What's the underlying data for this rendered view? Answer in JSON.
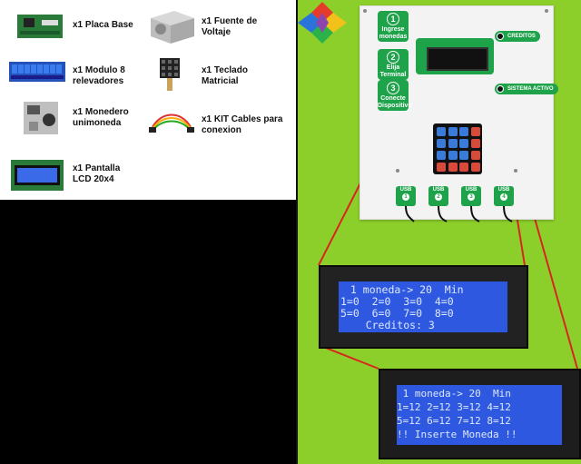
{
  "components": [
    {
      "icon": "base-board-icon",
      "label": "x1 Placa Base"
    },
    {
      "icon": "power-supply-icon",
      "label": "x1 Fuente de\nVoltaje"
    },
    {
      "icon": "relay-module-icon",
      "label": "x1 Modulo 8\nrelevadores"
    },
    {
      "icon": "keypad-icon",
      "label": "x1 Teclado\nMatricial"
    },
    {
      "icon": "coin-acceptor-icon",
      "label": "x1 Monedero\nunimoneda"
    },
    {
      "icon": "cable-kit-icon",
      "label": "x1 KIT Cables para\nconexion"
    },
    {
      "icon": "lcd-display-icon",
      "label": "x1 Pantalla\nLCD 20x4"
    }
  ],
  "panel": {
    "steps": [
      {
        "num": "1",
        "label": "Ingrese monedas"
      },
      {
        "num": "2",
        "label": "Elija Terminal"
      },
      {
        "num": "3",
        "label": "Conecte Dispositivo"
      }
    ],
    "indicators": {
      "credits": "CREDITOS",
      "system": "SISTEMA ACTIVO"
    },
    "usb_ports": [
      {
        "label": "USB",
        "num": "1"
      },
      {
        "label": "USB",
        "num": "2"
      },
      {
        "label": "USB",
        "num": "3"
      },
      {
        "label": "USB",
        "num": "4"
      }
    ]
  },
  "lcd_top": {
    "lines": [
      " 1 moneda-> 20  Min",
      "1=0  2=0  3=0  4=0",
      "5=0  6=0  7=0  8=0",
      "    Creditos: 3"
    ]
  },
  "lcd_bottom": {
    "lines": [
      " 1 moneda-> 20  Min",
      "1=12 2=12 3=12 4=12",
      "5=12 6=12 7=12 8=12",
      "!! Inserte Moneda !!"
    ]
  },
  "colors": {
    "accent_green": "#1ea34a",
    "background_green": "#8ccf2a",
    "lcd_blue": "#2f58e0",
    "laser_red": "#d8261f"
  }
}
